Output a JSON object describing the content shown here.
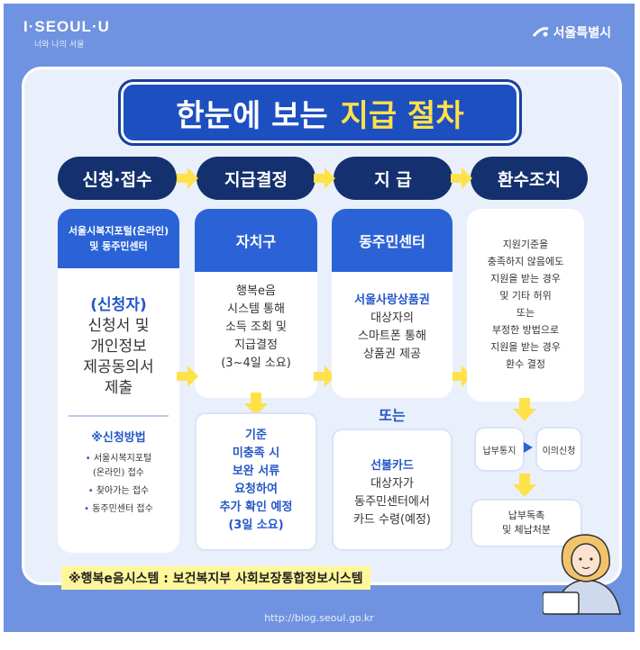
{
  "brand": {
    "logo": "I·SEOUL·U",
    "tagline": "너와 나의 서울",
    "city": "서울특별시"
  },
  "title": {
    "part1": "한눈에 보는",
    "part2": "지급 절차"
  },
  "steps": [
    "신청·접수",
    "지급결정",
    "지  급",
    "환수조치"
  ],
  "col1": {
    "header_line1": "서울시복지포털(온라인)",
    "header_line2": "및 동주민센터",
    "emph": "(신청자)",
    "lines": [
      "신청서 및",
      "개인정보",
      "제공동의서",
      "제출"
    ],
    "method_title": "※신청방법",
    "methods": [
      "서울시복지포털",
      "(온라인) 접수",
      "찾아가는 접수",
      "동주민센터 접수"
    ]
  },
  "col2": {
    "header": "자치구",
    "lines": [
      "행복e음",
      "시스템 통해",
      "소득 조회 및",
      "지급결정",
      "(3~4일 소요)"
    ],
    "sub_lines": [
      "기준",
      "미충족 시",
      "보완 서류",
      "요청하여",
      "추가 확인 예정",
      "(3일 소요)"
    ]
  },
  "col3": {
    "header": "동주민센터",
    "emph": "서울사랑상품권",
    "lines": [
      "대상자의",
      "스마트폰 통해",
      "상품권 제공"
    ],
    "or": "또는",
    "sub_emph": "선불카드",
    "sub_lines": [
      "대상자가",
      "동주민센터에서",
      "카드 수령(예정)"
    ]
  },
  "col4": {
    "lines": [
      "지원기준을",
      "충족하지 않음에도",
      "지원을 받는 경우",
      "및 기타 허위",
      "또는",
      "부정한 방법으로",
      "지원을 받는 경우",
      "환수 결정"
    ],
    "notice": "납부통지",
    "objection": "이의신청",
    "final_line1": "납부독촉",
    "final_line2": "및 체납처분"
  },
  "footnote": "※행복e음시스템 : 보건복지부 사회보장통합정보시스템",
  "url": "http://blog.seoul.go.kr",
  "colors": {
    "bg": "#6f93e0",
    "navy": "#15306e",
    "blue": "#2b63d6",
    "yellow": "#ffe14a"
  }
}
